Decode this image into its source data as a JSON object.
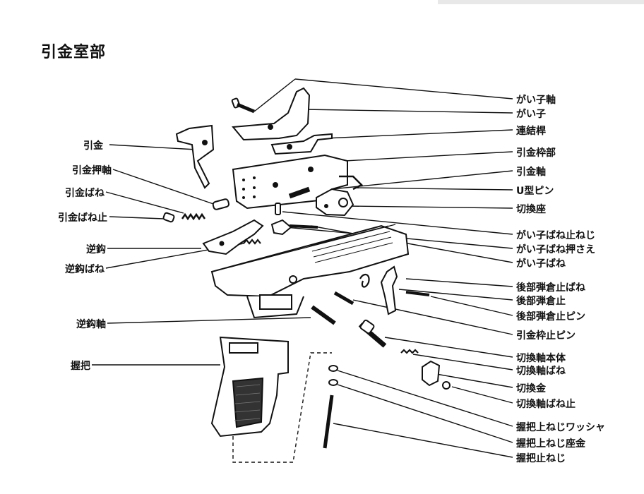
{
  "page_title": "引金室部",
  "left_labels": [
    "引金",
    "引金押軸",
    "引金ばね",
    "引金ばね止",
    "逆鈎",
    "逆鈎ばね",
    "逆鈎軸",
    "握把"
  ],
  "right_labels": [
    "がい子軸",
    "がい子",
    "連結桿",
    "引金枠部",
    "引金軸",
    "U型ピン",
    "切換座",
    "がい子ばね止ねじ",
    "がい子ばね押さえ",
    "がい子ばね",
    "後部弾倉止ばね",
    "後部弾倉止",
    "後部弾倉止ピン",
    "引金枠止ピン",
    "切換軸本体",
    "切換軸ばね",
    "切換金",
    "切換軸ばね止",
    "握把上ねじワッシャ",
    "握把上ねじ座金",
    "握把止ねじ"
  ]
}
